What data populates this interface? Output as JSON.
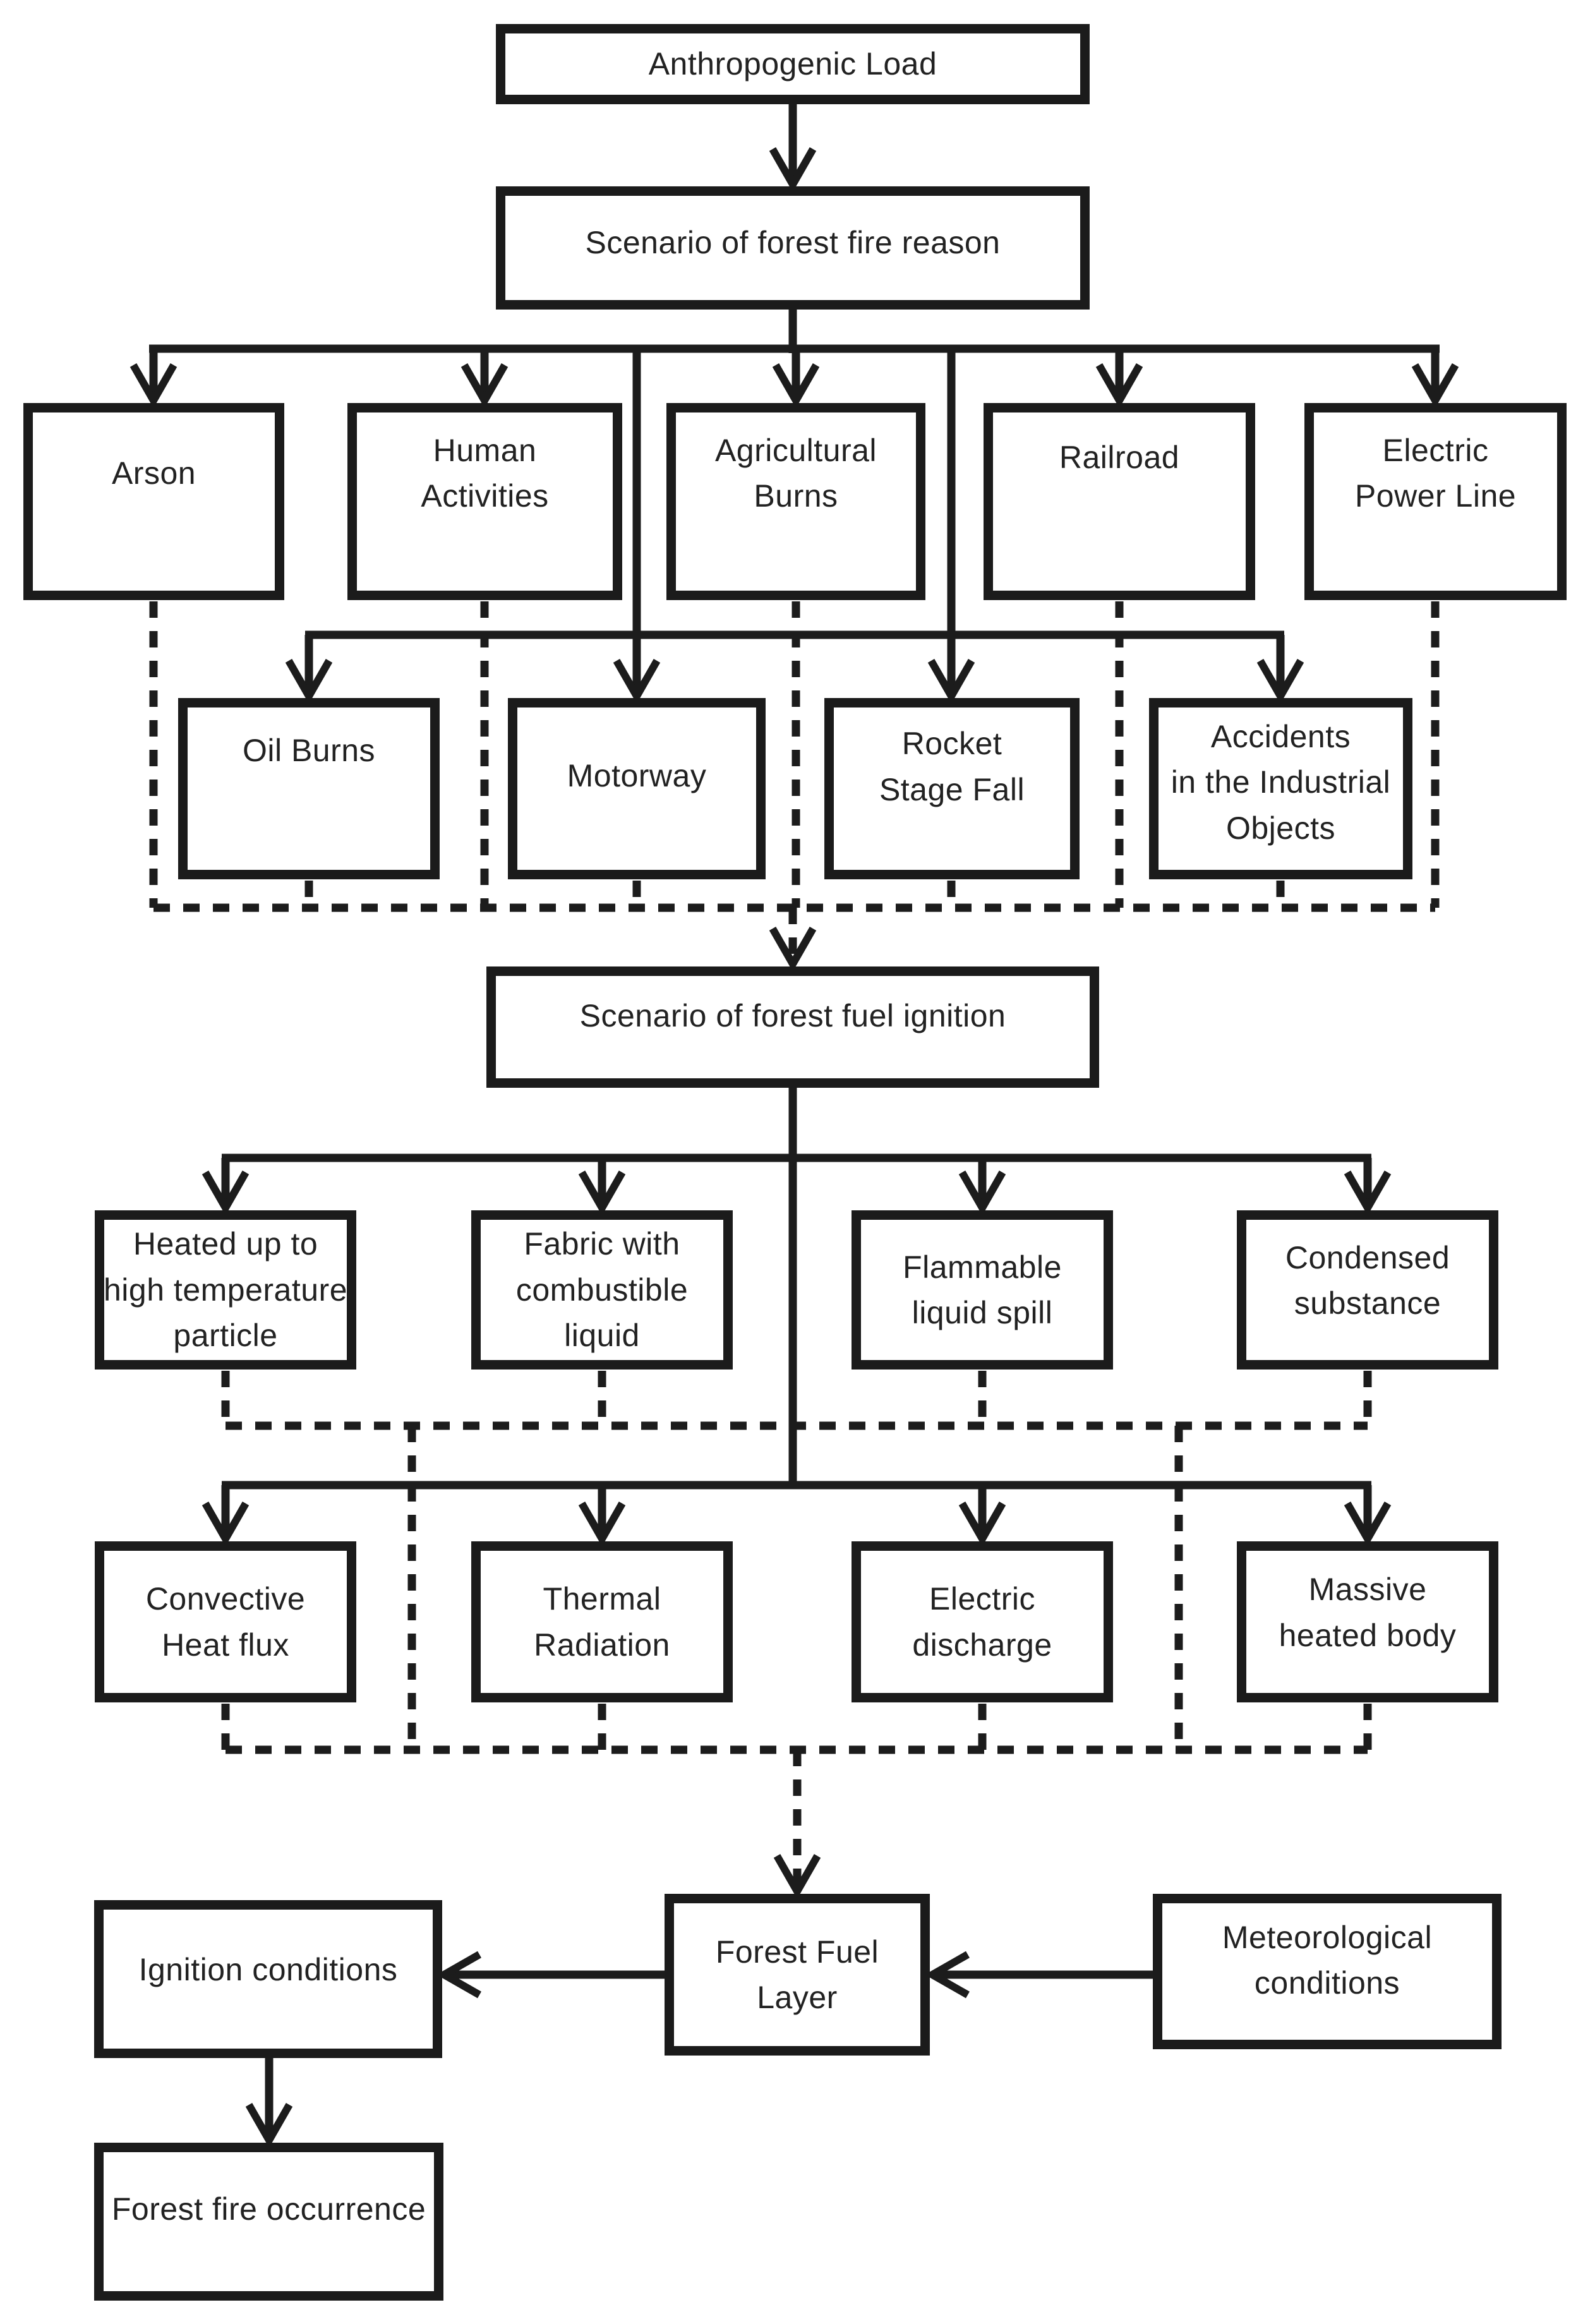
{
  "diagram": {
    "background_color": "#ffffff",
    "line_color": "#1c1c1c",
    "text_color": "#222222",
    "nodes": {
      "anthropogenic_load": {
        "label": "Anthropogenic Load"
      },
      "scenario_fire_reason": {
        "label": "Scenario of forest fire reason"
      },
      "arson": {
        "label": "Arson"
      },
      "human_activities": {
        "label": "Human\nActivities"
      },
      "agricultural_burns": {
        "label": "Agricultural\nBurns"
      },
      "railroad": {
        "label": "Railroad"
      },
      "electric_power_line": {
        "label": "Electric\nPower Line"
      },
      "oil_burns": {
        "label": "Oil Burns"
      },
      "motorway": {
        "label": "Motorway"
      },
      "rocket_stage_fall": {
        "label": "Rocket\nStage Fall"
      },
      "accidents_industrial": {
        "label": "Accidents\nin the Industrial\nObjects"
      },
      "scenario_fuel_ignition": {
        "label": "Scenario of forest fuel ignition"
      },
      "heated_particle": {
        "label": "Heated up to\nhigh temperature\nparticle"
      },
      "fabric_combustible": {
        "label": "Fabric with\ncombustible\nliquid"
      },
      "flammable_spill": {
        "label": "Flammable\nliquid spill"
      },
      "condensed_substance": {
        "label": "Condensed\nsubstance"
      },
      "convective_heat_flux": {
        "label": "Convective\nHeat flux"
      },
      "thermal_radiation": {
        "label": "Thermal\nRadiation"
      },
      "electric_discharge": {
        "label": "Electric\ndischarge"
      },
      "massive_heated_body": {
        "label": "Massive\nheated body"
      },
      "ignition_conditions": {
        "label": "Ignition conditions"
      },
      "forest_fuel_layer": {
        "label": "Forest Fuel\nLayer"
      },
      "meteorological_conditions": {
        "label": "Meteorological\nconditions"
      },
      "forest_fire_occurrence": {
        "label": "Forest fire occurrence"
      }
    },
    "edges": [
      {
        "from": "anthropogenic_load",
        "to": "scenario_fire_reason",
        "style": "solid"
      },
      {
        "from": "scenario_fire_reason",
        "to": "arson",
        "style": "solid"
      },
      {
        "from": "scenario_fire_reason",
        "to": "human_activities",
        "style": "solid"
      },
      {
        "from": "scenario_fire_reason",
        "to": "agricultural_burns",
        "style": "solid"
      },
      {
        "from": "scenario_fire_reason",
        "to": "railroad",
        "style": "solid"
      },
      {
        "from": "scenario_fire_reason",
        "to": "electric_power_line",
        "style": "solid"
      },
      {
        "from": "scenario_fire_reason",
        "to": "oil_burns",
        "style": "solid"
      },
      {
        "from": "scenario_fire_reason",
        "to": "motorway",
        "style": "solid"
      },
      {
        "from": "scenario_fire_reason",
        "to": "rocket_stage_fall",
        "style": "solid"
      },
      {
        "from": "scenario_fire_reason",
        "to": "accidents_industrial",
        "style": "solid"
      },
      {
        "from": "arson",
        "to": "scenario_fuel_ignition",
        "style": "dashed"
      },
      {
        "from": "human_activities",
        "to": "scenario_fuel_ignition",
        "style": "dashed"
      },
      {
        "from": "agricultural_burns",
        "to": "scenario_fuel_ignition",
        "style": "dashed"
      },
      {
        "from": "railroad",
        "to": "scenario_fuel_ignition",
        "style": "dashed"
      },
      {
        "from": "electric_power_line",
        "to": "scenario_fuel_ignition",
        "style": "dashed"
      },
      {
        "from": "oil_burns",
        "to": "scenario_fuel_ignition",
        "style": "dashed"
      },
      {
        "from": "motorway",
        "to": "scenario_fuel_ignition",
        "style": "dashed"
      },
      {
        "from": "rocket_stage_fall",
        "to": "scenario_fuel_ignition",
        "style": "dashed"
      },
      {
        "from": "accidents_industrial",
        "to": "scenario_fuel_ignition",
        "style": "dashed"
      },
      {
        "from": "scenario_fuel_ignition",
        "to": "heated_particle",
        "style": "solid"
      },
      {
        "from": "scenario_fuel_ignition",
        "to": "fabric_combustible",
        "style": "solid"
      },
      {
        "from": "scenario_fuel_ignition",
        "to": "flammable_spill",
        "style": "solid"
      },
      {
        "from": "scenario_fuel_ignition",
        "to": "condensed_substance",
        "style": "solid"
      },
      {
        "from": "scenario_fuel_ignition",
        "to": "convective_heat_flux",
        "style": "solid"
      },
      {
        "from": "scenario_fuel_ignition",
        "to": "thermal_radiation",
        "style": "solid"
      },
      {
        "from": "scenario_fuel_ignition",
        "to": "electric_discharge",
        "style": "solid"
      },
      {
        "from": "scenario_fuel_ignition",
        "to": "massive_heated_body",
        "style": "solid"
      },
      {
        "from": "heated_particle",
        "to": "forest_fuel_layer",
        "style": "dashed"
      },
      {
        "from": "fabric_combustible",
        "to": "forest_fuel_layer",
        "style": "dashed"
      },
      {
        "from": "flammable_spill",
        "to": "forest_fuel_layer",
        "style": "dashed"
      },
      {
        "from": "condensed_substance",
        "to": "forest_fuel_layer",
        "style": "dashed"
      },
      {
        "from": "convective_heat_flux",
        "to": "forest_fuel_layer",
        "style": "dashed"
      },
      {
        "from": "thermal_radiation",
        "to": "forest_fuel_layer",
        "style": "dashed"
      },
      {
        "from": "electric_discharge",
        "to": "forest_fuel_layer",
        "style": "dashed"
      },
      {
        "from": "massive_heated_body",
        "to": "forest_fuel_layer",
        "style": "dashed"
      },
      {
        "from": "forest_fuel_layer",
        "to": "ignition_conditions",
        "style": "solid"
      },
      {
        "from": "meteorological_conditions",
        "to": "forest_fuel_layer",
        "style": "solid"
      },
      {
        "from": "ignition_conditions",
        "to": "forest_fire_occurrence",
        "style": "solid"
      }
    ]
  }
}
